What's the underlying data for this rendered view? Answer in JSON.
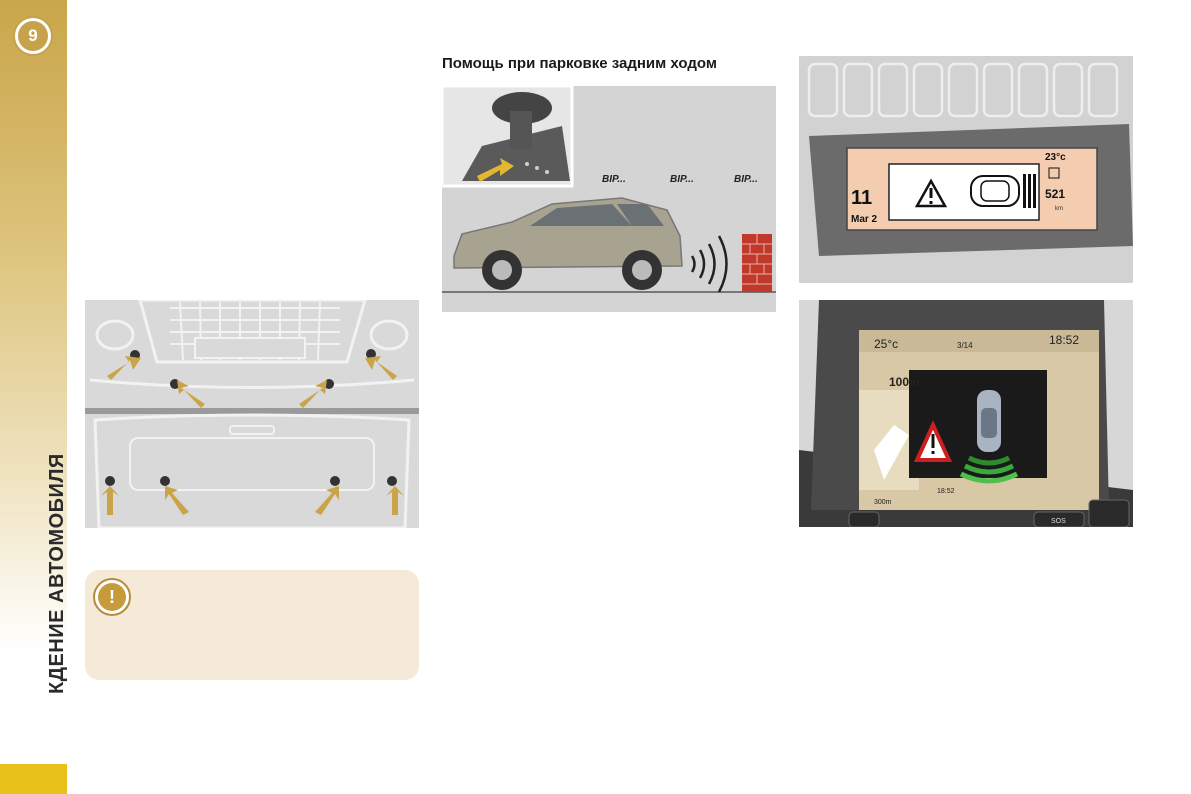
{
  "sidebar": {
    "chapter_number": "9",
    "section_title": "КДЕНИЕ АВТОМОБИЛЯ",
    "accent_color": "#e8c21b",
    "gradient_color": "#c9a64a"
  },
  "heading": "Помощь при парковке задним ходом",
  "rear_figure": {
    "beep_labels": [
      "BIP...",
      "BIP...",
      "BIP..."
    ]
  },
  "display_top": {
    "temperature": "23°c",
    "big_number": "11",
    "date": "Mar 2",
    "distance": "521",
    "distance_unit": "km"
  },
  "display_screen": {
    "temperature": "25°c",
    "track": "3/14",
    "time": "18:52",
    "nav_distance": "100m",
    "bottom_distance": "300m",
    "bottom_time": "18:52",
    "sos_label": "SOS"
  },
  "warning_box": {
    "icon": "exclamation-icon",
    "color": "#f5ead7"
  }
}
